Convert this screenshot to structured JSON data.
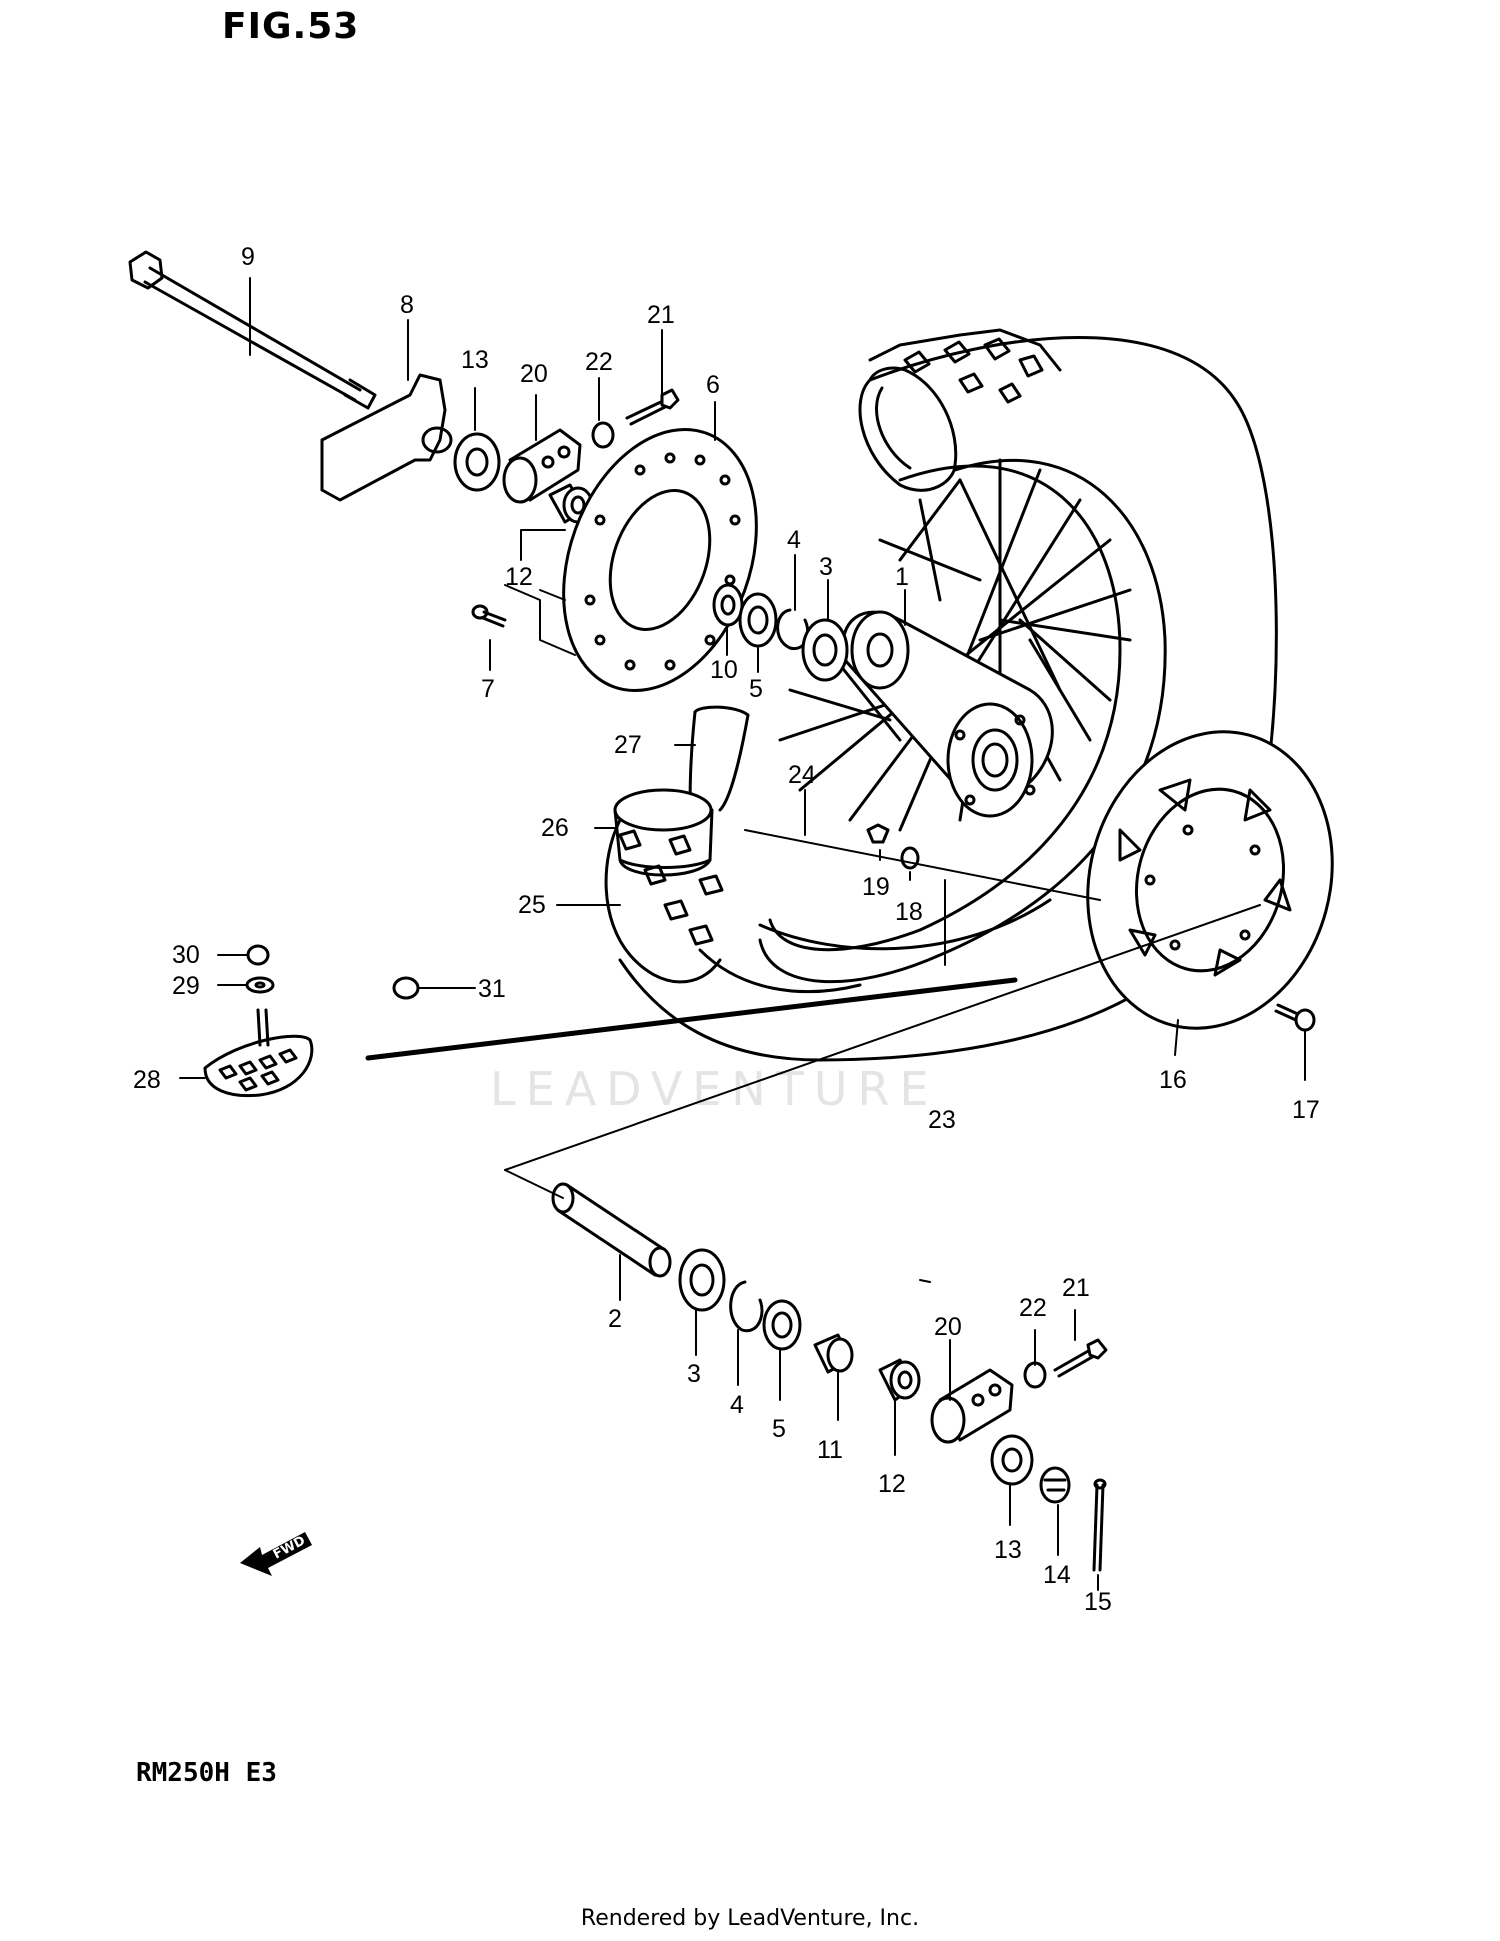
{
  "header": {
    "figure": "FIG.53"
  },
  "model_code": "RM250H E3",
  "watermark": "LEADVENTURE",
  "footer": {
    "rendered_by": "Rendered by LeadVenture, Inc."
  },
  "fwd_label": "FWD",
  "callouts": {
    "p1": "1",
    "p2": "2",
    "p3a": "3",
    "p3b": "3",
    "p4a": "4",
    "p4b": "4",
    "p5a": "5",
    "p5b": "5",
    "p6": "6",
    "p7": "7",
    "p8": "8",
    "p9": "9",
    "p10": "10",
    "p11": "11",
    "p12a": "12",
    "p12b": "12",
    "p13a": "13",
    "p13b": "13",
    "p14": "14",
    "p15": "15",
    "p16": "16",
    "p17": "17",
    "p18": "18",
    "p19": "19",
    "p20a": "20",
    "p20b": "20",
    "p21a": "21",
    "p21b": "21",
    "p22a": "22",
    "p22b": "22",
    "p23": "23",
    "p24": "24",
    "p25": "25",
    "p26": "26",
    "p27": "27",
    "p28": "28",
    "p29": "29",
    "p30": "30",
    "p31": "31"
  }
}
